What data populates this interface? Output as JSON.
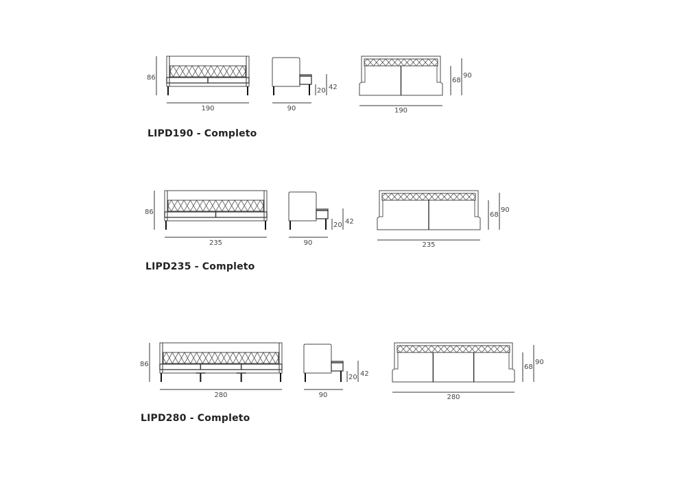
{
  "models": [
    {
      "code_label": "LIPD190 - Completo",
      "width": "190",
      "height": "86",
      "depth": "90",
      "seat_height": "20",
      "arm_height": "42",
      "seat_depth": "68",
      "total_depth": "90",
      "cushions": 2
    },
    {
      "code_label": "LIPD235 - Completo",
      "width": "235",
      "height": "86",
      "depth": "90",
      "seat_height": "20",
      "arm_height": "42",
      "seat_depth": "68",
      "total_depth": "90",
      "cushions": 2
    },
    {
      "code_label": "LIPD280 - Completo",
      "width": "280",
      "height": "86",
      "depth": "90",
      "seat_height": "20",
      "arm_height": "42",
      "seat_depth": "68",
      "total_depth": "90",
      "cushions": 3
    }
  ]
}
